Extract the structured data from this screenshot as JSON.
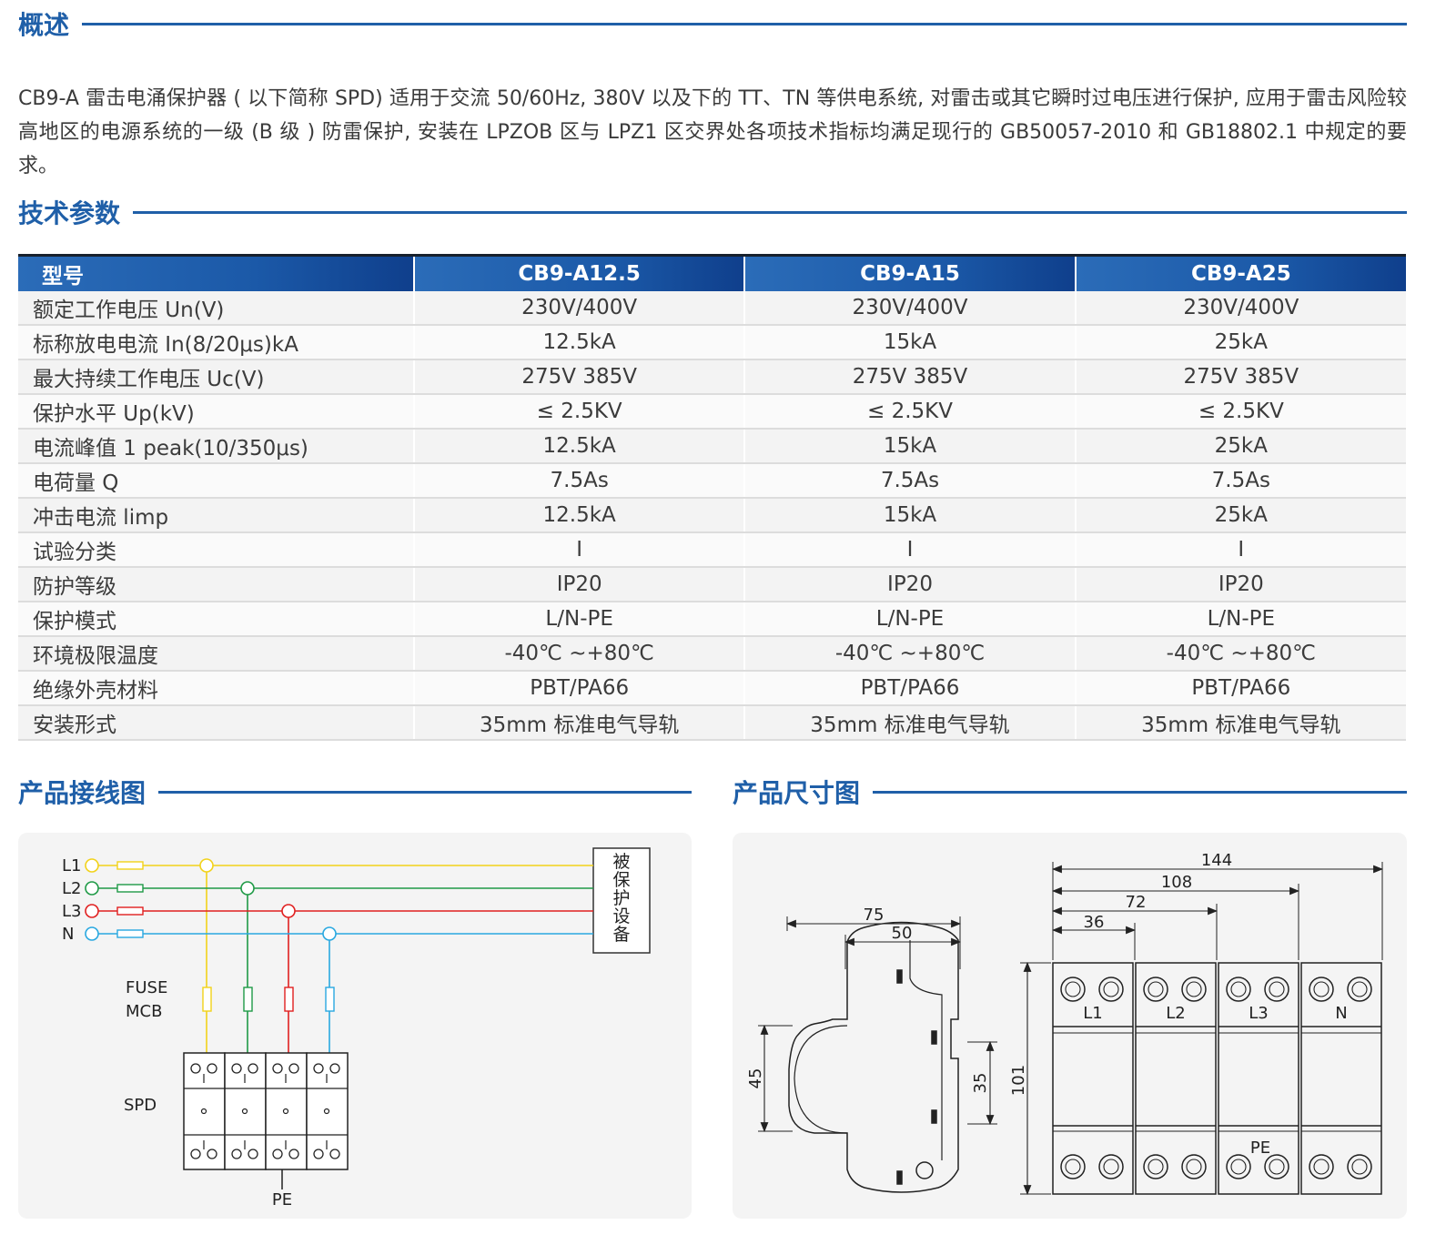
{
  "sections": {
    "overview_title": "概述",
    "spec_title": "技术参数",
    "wiring_title": "产品接线图",
    "dimension_title": "产品尺寸图"
  },
  "overview_text": "CB9-A 雷击电涌保护器 ( 以下简称 SPD) 适用于交流 50/60Hz, 380V 以及下的 TT、TN 等供电系统, 对雷击或其它瞬时过电压进行保护, 应用于雷击风险较高地区的电源系统的一级 (B 级 ) 防雷保护, 安装在 LPZOB 区与 LPZ1 区交界处各项技术指标均满足现行的 GB50057-2010 和 GB18802.1 中规定的要求。",
  "spec_table": {
    "headers": [
      "型号",
      "CB9-A12.5",
      "CB9-A15",
      "CB9-A25"
    ],
    "rows": [
      [
        "额定工作电压 Un(V)",
        "230V/400V",
        "230V/400V",
        "230V/400V"
      ],
      [
        "标称放电电流 In(8/20μs)kA",
        "12.5kA",
        "15kA",
        "25kA"
      ],
      [
        "最大持续工作电压 Uc(V)",
        "275V  385V",
        "275V  385V",
        "275V  385V"
      ],
      [
        "保护水平 Up(kV)",
        "≤ 2.5KV",
        "≤ 2.5KV",
        "≤ 2.5KV"
      ],
      [
        "电流峰值 1 peak(10/350μs)",
        "12.5kA",
        "15kA",
        "25kA"
      ],
      [
        "电荷量 Q",
        "7.5As",
        "7.5As",
        "7.5As"
      ],
      [
        "冲击电流 limp",
        "12.5kA",
        "15kA",
        "25kA"
      ],
      [
        "试验分类",
        "I",
        "I",
        "I"
      ],
      [
        "防护等级",
        "IP20",
        "IP20",
        "IP20"
      ],
      [
        "保护模式",
        "L/N-PE",
        "L/N-PE",
        "L/N-PE"
      ],
      [
        "环境极限温度",
        "-40℃ ~+80℃",
        "-40℃ ~+80℃",
        "-40℃ ~+80℃"
      ],
      [
        "绝缘外壳材料",
        "PBT/PA66",
        "PBT/PA66",
        "PBT/PA66"
      ],
      [
        "安装形式",
        "35mm 标准电气导轨",
        "35mm 标准电气导轨",
        "35mm 标准电气导轨"
      ]
    ]
  },
  "wiring": {
    "lines": [
      {
        "label": "L1",
        "color": "#f2d21a"
      },
      {
        "label": "L2",
        "color": "#1f9a46"
      },
      {
        "label": "L3",
        "color": "#e02020"
      },
      {
        "label": "N",
        "color": "#29a8e0"
      }
    ],
    "equipment_label": "被保护设备",
    "fuse_label": "FUSE",
    "mcb_label": "MCB",
    "spd_label": "SPD",
    "pe_label": "PE"
  },
  "dimension": {
    "side": {
      "w_total": "75",
      "w_body": "50",
      "h_front": "45",
      "h_rail": "35"
    },
    "front": {
      "w_all": "144",
      "w_3": "108",
      "w_2": "72",
      "w_1": "36",
      "height": "101",
      "poles": [
        "L1",
        "L2",
        "L3",
        "N"
      ],
      "pe_label": "PE"
    }
  },
  "colors": {
    "accent": "#1f5fa8",
    "header_dark": "#0f3f8c"
  }
}
